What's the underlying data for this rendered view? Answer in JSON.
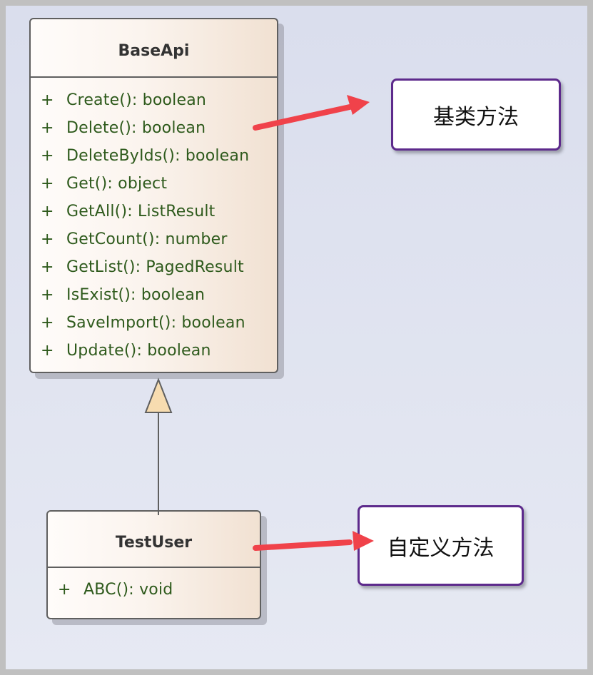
{
  "diagram": {
    "classes": [
      {
        "name": "BaseApi",
        "operations": [
          {
            "visibility": "+",
            "signature": "Create(): boolean"
          },
          {
            "visibility": "+",
            "signature": "Delete(): boolean"
          },
          {
            "visibility": "+",
            "signature": "DeleteByIds(): boolean"
          },
          {
            "visibility": "+",
            "signature": "Get(): object"
          },
          {
            "visibility": "+",
            "signature": "GetAll(): ListResult"
          },
          {
            "visibility": "+",
            "signature": "GetCount(): number"
          },
          {
            "visibility": "+",
            "signature": "GetList(): PagedResult"
          },
          {
            "visibility": "+",
            "signature": "IsExist(): boolean"
          },
          {
            "visibility": "+",
            "signature": "SaveImport(): boolean"
          },
          {
            "visibility": "+",
            "signature": "Update(): boolean"
          }
        ]
      },
      {
        "name": "TestUser",
        "operations": [
          {
            "visibility": "+",
            "signature": "ABC(): void"
          }
        ]
      }
    ],
    "relationships": [
      {
        "type": "generalization",
        "from": "TestUser",
        "to": "BaseApi"
      }
    ],
    "notes": [
      {
        "text": "基类方法",
        "points_to": "BaseApi"
      },
      {
        "text": "自定义方法",
        "points_to": "TestUser"
      }
    ],
    "colors": {
      "class_border": "#5f5f5f",
      "operation_text": "#2e5a1c",
      "class_name_text": "#333333",
      "note_border": "#5d2a8c",
      "arrow": "#f0424a",
      "inheritance_triangle": "#f7dcb0"
    }
  }
}
